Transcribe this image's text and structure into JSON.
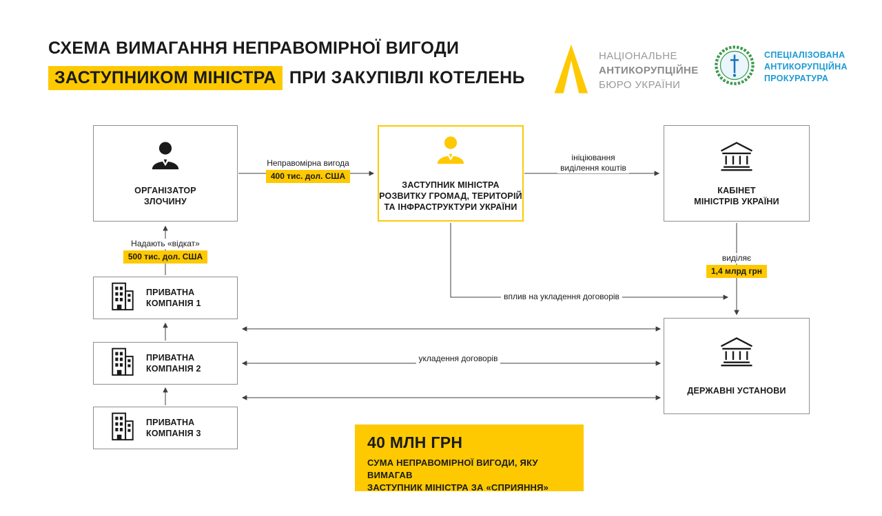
{
  "title": {
    "line1": "СХЕМА ВИМАГАННЯ НЕПРАВОМІРНОЇ ВИГОДИ",
    "line2_highlight": "ЗАСТУПНИКОМ МІНІСТРА",
    "line2_rest": "ПРИ ЗАКУПІВЛІ КОТЕЛЕНЬ"
  },
  "logos": {
    "nabu": {
      "line1": "НАЦІОНАЛЬНЕ",
      "line2": "АНТИКОРУПЦІЙНЕ",
      "line3": "БЮРО УКРАЇНИ"
    },
    "sap": {
      "line1": "СПЕЦІАЛІЗОВАНА",
      "line2": "АНТИКОРУПЦІЙНА",
      "line3": "ПРОКУРАТУРА"
    }
  },
  "nodes": {
    "organizer": {
      "line1": "ОРГАНІЗАТОР",
      "line2": "ЗЛОЧИНУ"
    },
    "deputy_minister": {
      "line1": "ЗАСТУПНИК МІНІСТРА",
      "line2": "РОЗВИТКУ ГРОМАД, ТЕРИТОРІЙ",
      "line3": "ТА ІНФРАСТРУКТУРИ УКРАЇНИ"
    },
    "cabinet": {
      "line1": "КАБІНЕТ",
      "line2": "МІНІСТРІВ УКРАЇНИ"
    },
    "private_company_1": {
      "line1": "ПРИВАТНА",
      "line2": "КОМПАНІЯ 1"
    },
    "private_company_2": {
      "line1": "ПРИВАТНА",
      "line2": "КОМПАНІЯ 2"
    },
    "private_company_3": {
      "line1": "ПРИВАТНА",
      "line2": "КОМПАНІЯ 3"
    },
    "state_institutions": {
      "label": "ДЕРЖАВНІ УСТАНОВИ"
    }
  },
  "edges": {
    "bribe": {
      "label": "Неправомірна вигода",
      "amount": "400 тис. дол. США"
    },
    "funds_initiation": {
      "line1": "ініціювання",
      "line2": "виділення коштів"
    },
    "kickback": {
      "label": "Надають «відкат»",
      "amount": "500 тис. дол. США"
    },
    "allocation": {
      "label": "виділяє",
      "amount": "1,4 млрд грн"
    },
    "influence": {
      "label": "вплив на укладення договорів"
    },
    "contracts": {
      "label": "укладення договорів"
    }
  },
  "summary": {
    "amount": "40 МЛН ГРН",
    "line1": "СУМА НЕПРАВОМІРНОЇ ВИГОДИ, ЯКУ ВИМАГАВ",
    "line2": "ЗАСТУПНИК МІНІСТРА ЗА «СПРИЯННЯ»"
  },
  "colors": {
    "accent_yellow": "#FEC900",
    "sap_blue": "#1B9AD2",
    "nabu_gray": "#97999B",
    "line_gray": "#3f3f3f"
  }
}
